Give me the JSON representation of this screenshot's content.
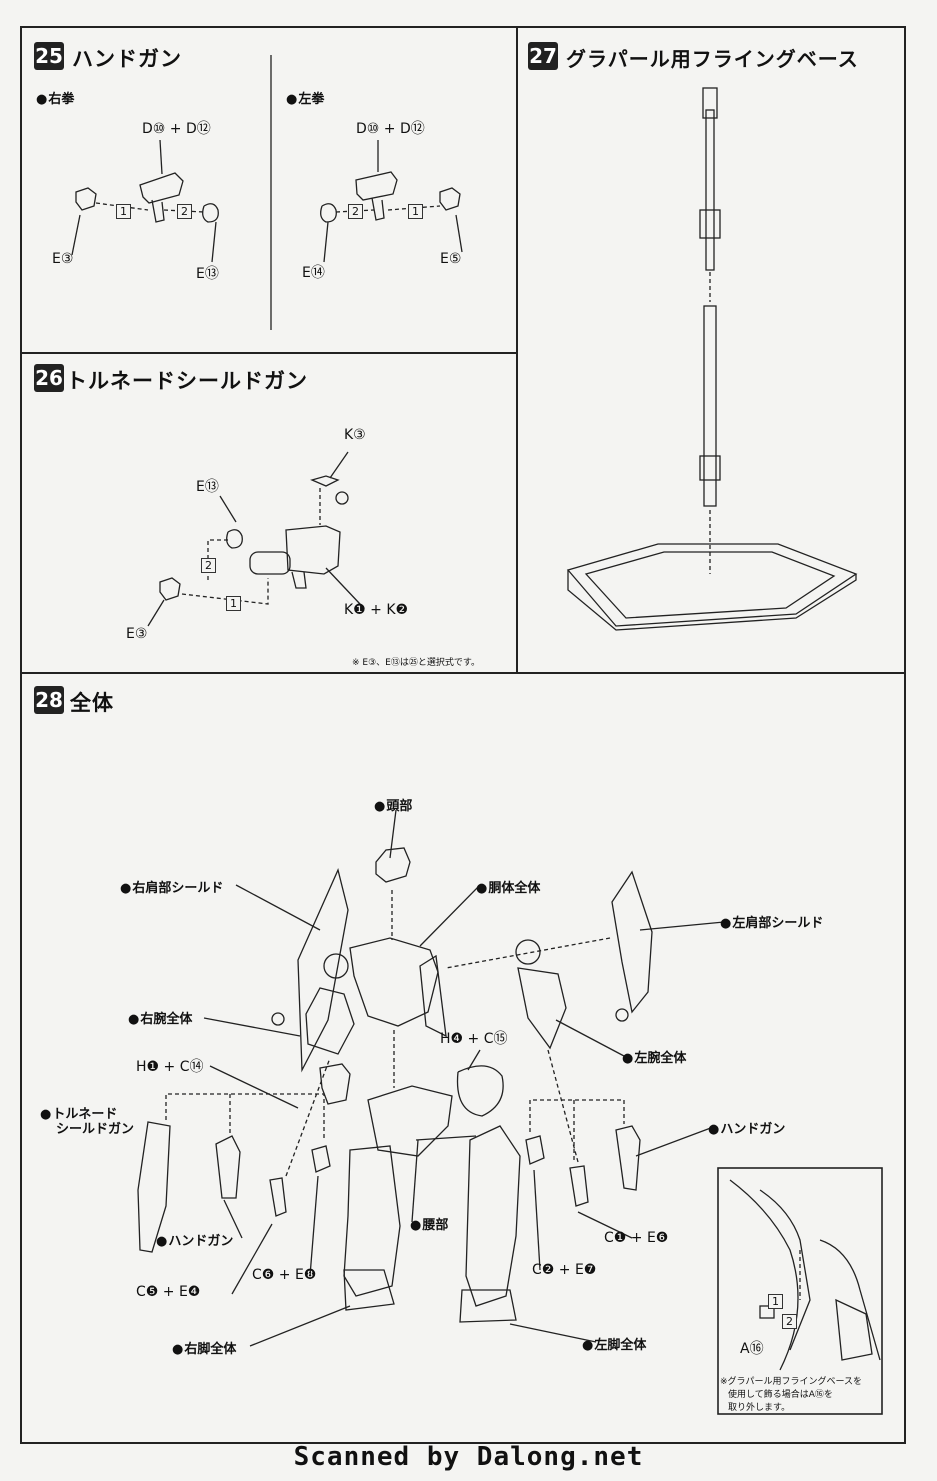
{
  "step25": {
    "num": "25",
    "title": "ハンドガン",
    "right_label": "右拳",
    "left_label": "左拳",
    "right_gun": "D⑩ + D⑫",
    "left_gun": "D⑩ + D⑫",
    "right_hand_a": "E③",
    "right_hand_b": "E⑬",
    "left_hand_a": "E⑭",
    "left_hand_b": "E⑤",
    "s1": "1",
    "s2": "2"
  },
  "step26": {
    "num": "26",
    "title": "トルネードシールドガン",
    "top_part": "K③",
    "hand_cover": "E⑬",
    "hand": "E③",
    "body": "K❶ + K❷",
    "s1": "1",
    "s2": "2",
    "note": "※ E③、E⑬は㉕と選択式です。"
  },
  "step27": {
    "num": "27",
    "title": "グラパール用フライングベース"
  },
  "step28": {
    "num": "28",
    "title": "全体",
    "head": "頭部",
    "torso": "胴体全体",
    "right_shoulder": "右肩部シールド",
    "left_shoulder": "左肩部シールド",
    "right_arm": "右腕全体",
    "left_arm": "左腕全体",
    "h1c14": "H❶ + C⑭",
    "h4c15": "H❹ + C⑮",
    "tornado": "トルネード\nシールドガン",
    "tornado_l1": "トルネード",
    "tornado_l2": "シールドガン",
    "handgun_r": "ハンドガン",
    "handgun_l": "ハンドガン",
    "waist": "腰部",
    "c5e4": "C❺ + E❹",
    "c6e8": "C❻ + E❽",
    "c2e7": "C❷ + E❼",
    "c1e6": "C❶ + E❻",
    "right_leg": "右脚全体",
    "left_leg": "左脚全体",
    "inset_a16": "A⑯",
    "inset_s1": "1",
    "inset_s2": "2",
    "inset_note_1": "※グラパール用フライングベースを",
    "inset_note_2": "使用して飾る場合はA⑯を",
    "inset_note_3": "取り外します。"
  },
  "footer": "Scanned by Dalong.net"
}
